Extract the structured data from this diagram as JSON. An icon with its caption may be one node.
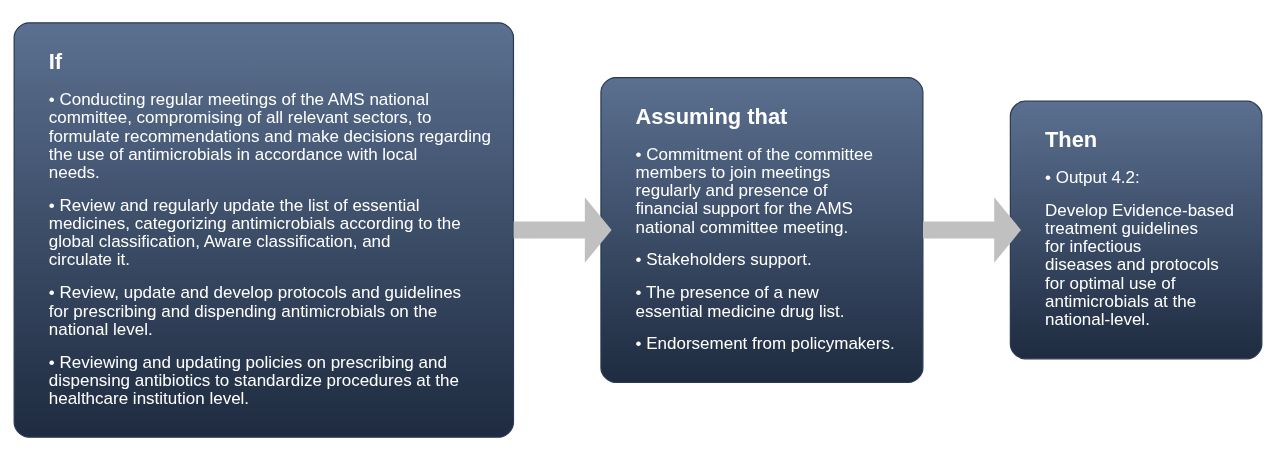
{
  "diagram": {
    "nodes": [
      {
        "text": [
          "If",
          "• Conducting regular meetings of the AMS national committee, compromising of all relevant sectors, to formulate recommendations and make decisions regarding the use of antimicrobials in accordance with local needs.",
          "• Review and regularly update the list of essential medicines, categorizing antimicrobials according to the global classification, Aware classification, and circulate it.",
          "• Review, update and develop protocols and guidelines for prescribing and dispending antimicrobials on the national level.",
          "• Reviewing and updating policies on prescribing and dispensing antibiotics to standardize procedures at the healthcare institution level."
        ]
      },
      {
        "text": [
          "Assuming that",
          "• Commitment of the committee members to join meetings regularly and presence of financial support for the AMS national committee meeting.",
          "• Stakeholders support.",
          "• The presence of a new essential medicine drug list.",
          "• Endorsement from policymakers."
        ]
      },
      {
        "text": [
          "Then",
          "• Output 4.2:",
          "Develop Evidence-based treatment guidelines for infectious diseases and protocols for optimal use of antimicrobials at the national-level."
        ]
      }
    ],
    "edges": [
      {
        "from": 0,
        "to": 1,
        "arrow": "to"
      },
      {
        "from": 1,
        "to": 2,
        "arrow": "to"
      }
    ]
  }
}
